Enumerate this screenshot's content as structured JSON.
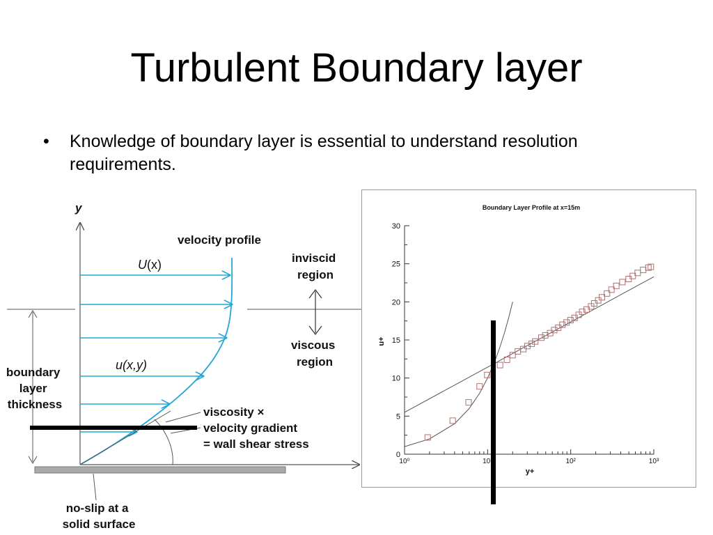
{
  "slide": {
    "title": "Turbulent Boundary layer",
    "bullet_symbol": "•",
    "bullet_text": "Knowledge of boundary layer is essential to understand resolution requirements."
  },
  "diagram": {
    "axis_y": "y",
    "velocity_profile_label": "velocity profile",
    "free_stream_label_u": "U",
    "free_stream_label_arg": "(x)",
    "local_label_u": "u",
    "local_label_arg": "(x,y)",
    "inviscid_line1": "inviscid",
    "inviscid_line2": "region",
    "viscous_line1": "viscous",
    "viscous_line2": "region",
    "bl_line1": "boundary",
    "bl_line2": "layer",
    "bl_line3": "thickness",
    "stress_line1": "viscosity ×",
    "stress_line2": "velocity gradient",
    "stress_line3": "= wall shear stress",
    "noslip_line1": "no-slip at a",
    "noslip_line2": "solid surface",
    "colors": {
      "profile": "#22a6d8",
      "arrows": "#22a6d8",
      "lines": "#555555",
      "wall": "#999999"
    }
  },
  "chart_data": {
    "type": "scatter",
    "title": "Boundary Layer Profile at x=15m",
    "xlabel": "y+",
    "ylabel": "u+",
    "xscale": "log",
    "xlim": [
      1,
      1000
    ],
    "ylim": [
      0,
      30
    ],
    "yticks": [
      0,
      5,
      10,
      15,
      20,
      25,
      30
    ],
    "xtick_labels": [
      "10⁰",
      "10¹",
      "10²",
      "10³"
    ],
    "series": [
      {
        "marker": "open-square",
        "color": "#b07070",
        "x": [
          1.9,
          3.8,
          5.9,
          8.0,
          9.9,
          14.1,
          17.1,
          20.0,
          23.1,
          26.9,
          30.1,
          33.9,
          37.4,
          44.3,
          49.4,
          56.6,
          63.3,
          70.7,
          79.4,
          89.2,
          99.3,
          111.3,
          124.6,
          137.4,
          155.1,
          175.8,
          191.6,
          214.1,
          237.5,
          273.1,
          309.1,
          353.6,
          419.0,
          497.4,
          558.4,
          639.4,
          745.3,
          860.1,
          921.6
        ],
        "y": [
          2.2,
          4.4,
          6.8,
          8.9,
          10.4,
          11.7,
          12.4,
          13.0,
          13.5,
          13.8,
          14.2,
          14.5,
          14.8,
          15.3,
          15.6,
          15.9,
          16.3,
          16.6,
          17.0,
          17.3,
          17.6,
          17.9,
          18.3,
          18.7,
          19.0,
          19.4,
          19.8,
          20.2,
          20.6,
          21.1,
          21.6,
          22.1,
          22.6,
          23.0,
          23.4,
          23.8,
          24.2,
          24.5,
          24.6
        ]
      }
    ],
    "reference_curves": [
      {
        "kind": "viscous-sublayer",
        "x": [
          1,
          2,
          4,
          6,
          8,
          10,
          12,
          14,
          16,
          18,
          20
        ],
        "y": [
          1,
          2,
          4,
          6,
          8,
          10,
          12,
          14,
          16,
          18,
          20
        ]
      },
      {
        "kind": "log-law",
        "x": [
          1,
          1000
        ],
        "y": [
          5.5,
          23.3
        ]
      }
    ],
    "marker_line_x": 11.5
  }
}
